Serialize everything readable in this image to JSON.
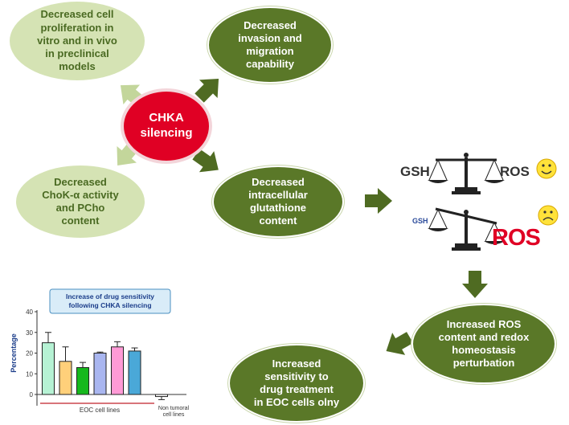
{
  "nodes": {
    "proliferation": "Decreased cell\nproliferation in\nvitro and in vivo\nin preclinical\nmodels",
    "invasion": "Decreased\ninvasion and\nmigration\ncapability",
    "chka": "CHKA\nsilencing",
    "chok": "Decreased\nChoK-α activity\nand PCho\ncontent",
    "glutathione": "Decreased\nintracellular\nglutathione\ncontent",
    "ros_content": "Increased ROS\ncontent and redox\nhomeostasis\nperturbation",
    "sensitivity": "Increased\nsensitivity to\ndrug treatment\nin EOC cells olny"
  },
  "balance": {
    "top_left": "GSH",
    "top_right": "ROS",
    "bottom_left": "GSH",
    "bottom_right": "ROS"
  },
  "colors": {
    "light_green": "#d5e3b4",
    "dark_green": "#5a7828",
    "red": "#e00024",
    "arrow_light": "#c3d69b",
    "arrow_dark": "#4f6b22"
  },
  "chart_data": {
    "type": "bar",
    "title": "Increase of drug sensitivity\nfollowing CHKA silencing",
    "ylabel": "Percentage",
    "ylim": [
      -5,
      40
    ],
    "yticks": [
      "40",
      "30",
      "20",
      "10",
      "0"
    ],
    "group_labels": [
      "EOC cell lines",
      "Non tumoral\ncell lines"
    ],
    "values": [
      25,
      16,
      13,
      20,
      23,
      21,
      -1
    ],
    "errors": [
      5,
      7,
      2.5,
      0.5,
      2.5,
      1.5,
      1.5
    ],
    "colors": [
      "#b6f2d4",
      "#ffd07a",
      "#16b81d",
      "#a9b6f0",
      "#ff9ad6",
      "#4aa8d8",
      "#ffffff"
    ]
  }
}
